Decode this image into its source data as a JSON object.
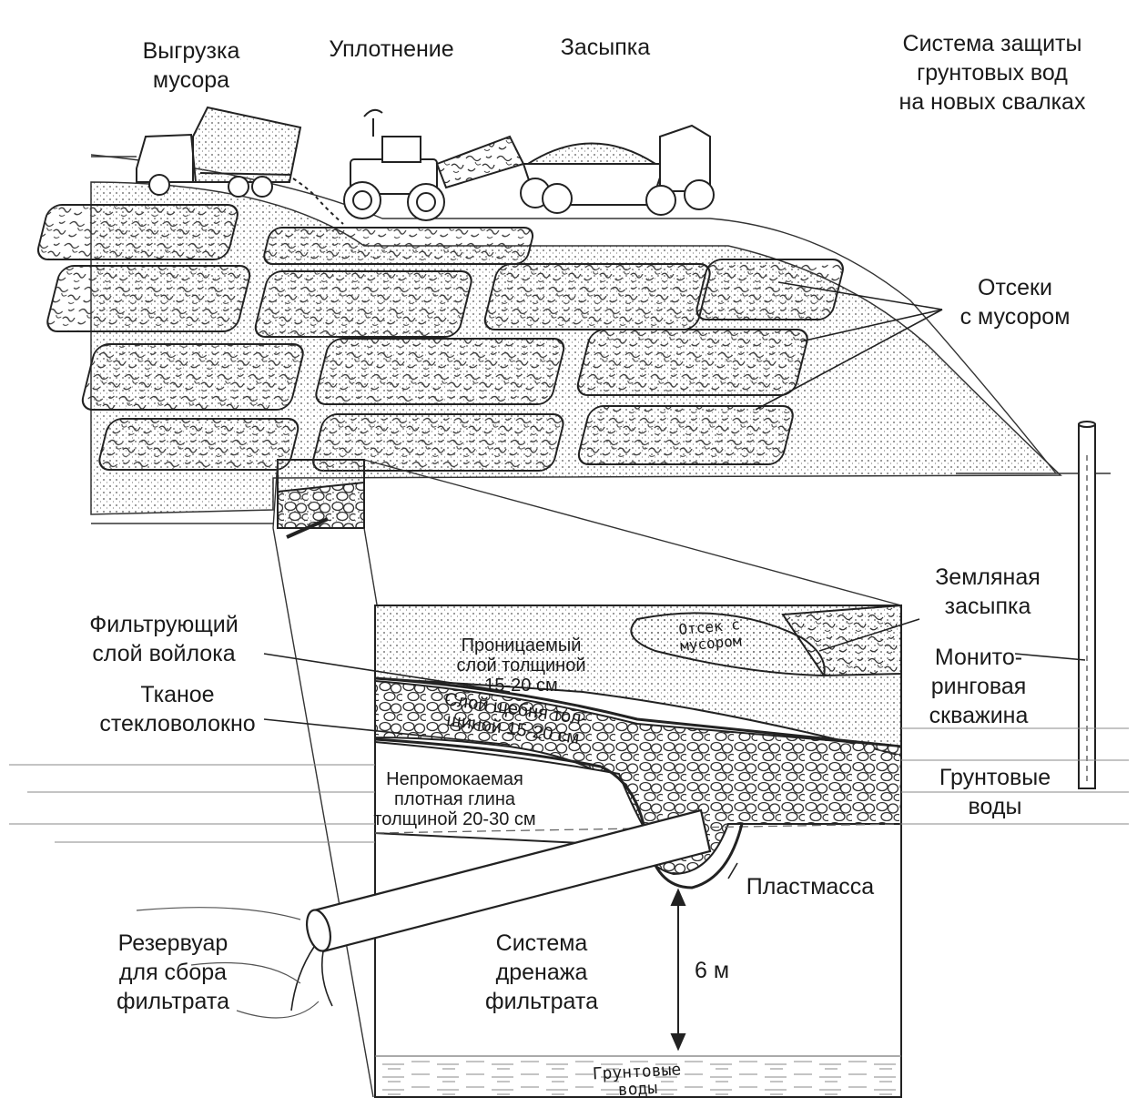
{
  "colors": {
    "ink": "#1a1a1a",
    "paper": "#ffffff",
    "fill_light": "#f4f4f2",
    "fill_gray": "#e6e6e3"
  },
  "labels": {
    "unloading": [
      "Выгрузка",
      "мусора"
    ],
    "compaction": [
      "Уплотнение"
    ],
    "backfill": [
      "Засыпка"
    ],
    "system_title": [
      "Система защиты",
      "грунтовых вод",
      "на новых свалках"
    ],
    "cells": [
      "Отсеки",
      "с мусором"
    ],
    "earth_fill": [
      "Земляная",
      "засыпка"
    ],
    "cell_inset": [
      "Отсек с",
      "мусором"
    ],
    "permeable": [
      "Проницаемый",
      "слой толщиной",
      "15-20 см"
    ],
    "felt": [
      "Фильтрующий",
      "слой войлока"
    ],
    "gravel": [
      "Слой щебня тол-",
      "щиной 15-20 см"
    ],
    "fiberglass": [
      "Тканое",
      "стекловолокно"
    ],
    "monitoring_well": [
      "Монито-",
      "ринговая",
      "скважина"
    ],
    "groundwater_right": [
      "Грунтовые",
      "воды"
    ],
    "clay": [
      "Непромокаемая",
      "плотная глина",
      "толщиной 20-30 см"
    ],
    "plastic": [
      "Пластмасса"
    ],
    "reservoir": [
      "Резервуар",
      "для сбора",
      "фильтрата"
    ],
    "drainage": [
      "Система",
      "дренажа",
      "фильтрата"
    ],
    "depth": [
      "6 м"
    ],
    "groundwater_bottom": [
      "Грунтовые",
      "воды"
    ]
  }
}
